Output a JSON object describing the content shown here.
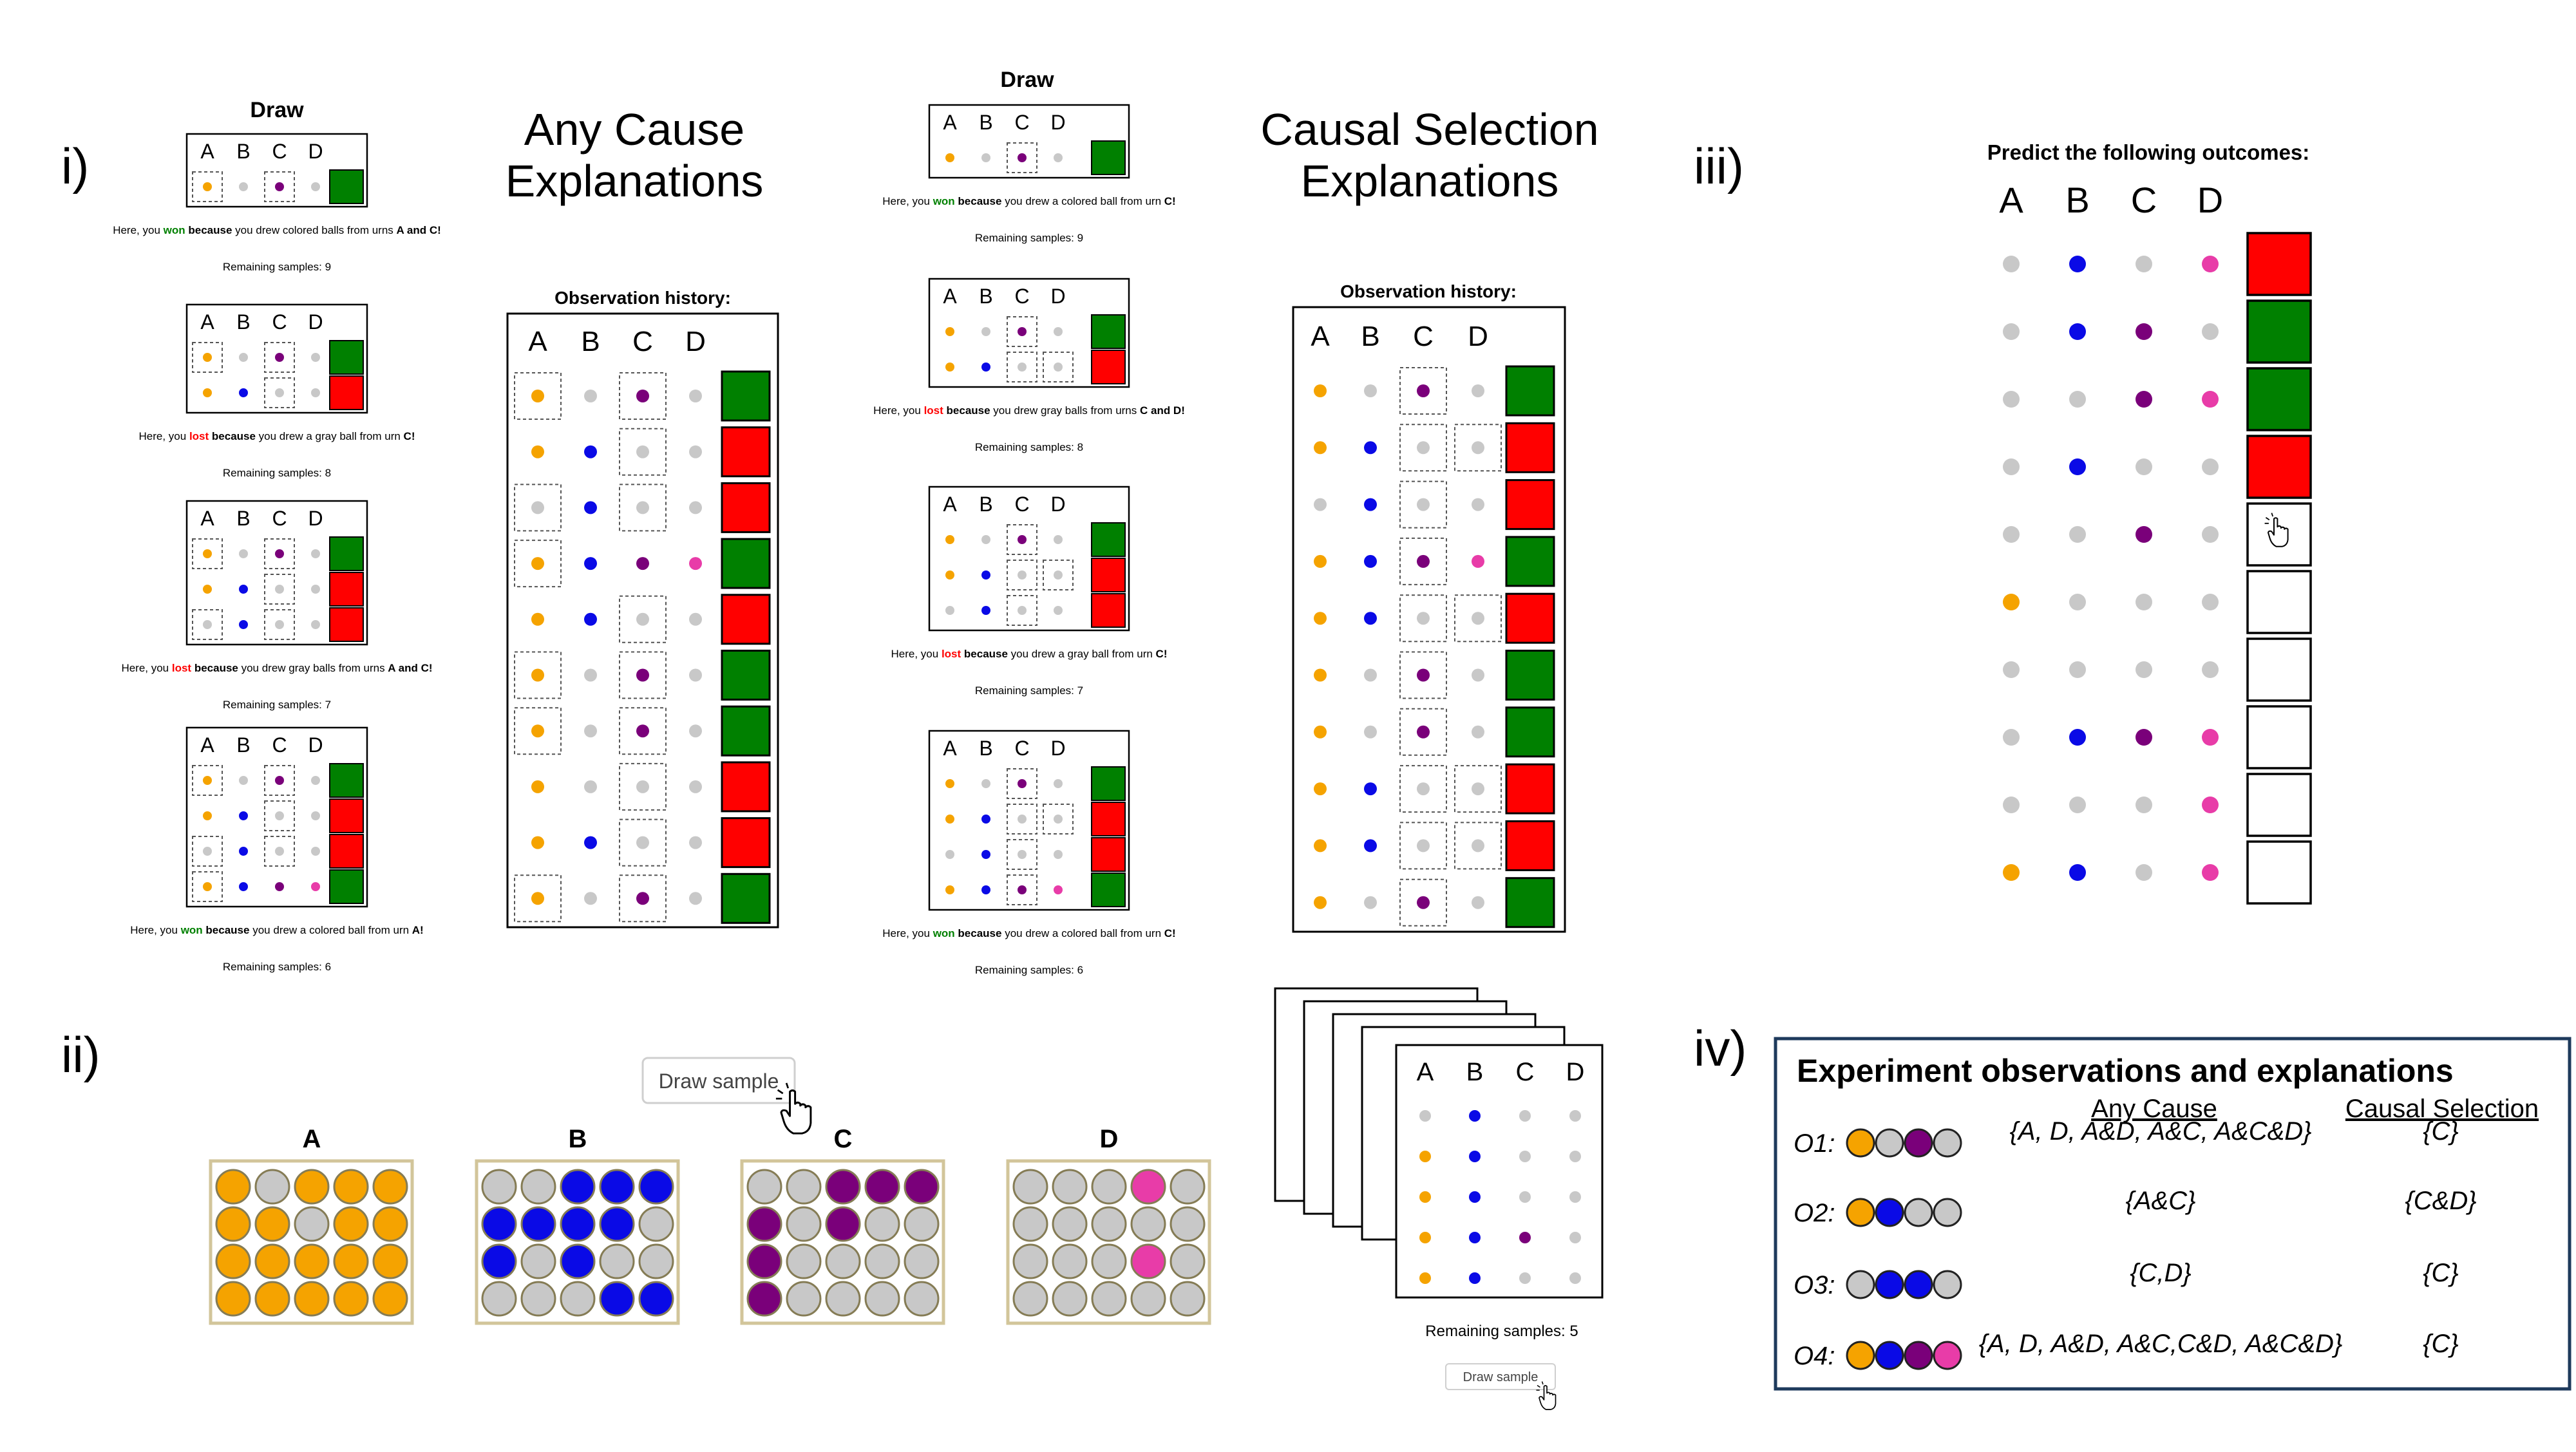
{
  "colors": {
    "orange": "#f5a300",
    "blue": "#0a0ae6",
    "purple": "#7a007a",
    "pink": "#e83ca8",
    "gray": "#c8c8c8",
    "green": "#008000",
    "red": "#ff0000",
    "urn_frame": "#d2c59a",
    "dash": "#555555"
  },
  "labels": {
    "section_i": "i)",
    "section_ii": "ii)",
    "section_iii": "iii)",
    "section_iv": "iv)",
    "any_cause_title_1": "Any Cause",
    "any_cause_title_2": "Explanations",
    "causal_selection_title_1": "Causal Selection",
    "causal_selection_title_2": "Explanations",
    "draw": "Draw",
    "observation_history": "Observation history:",
    "columns": [
      "A",
      "B",
      "C",
      "D"
    ],
    "predict": "Predict the following outcomes:",
    "draw_sample": "Draw sample",
    "remaining_samples_5": "Remaining samples: 5",
    "urn_names": [
      "A",
      "B",
      "C",
      "D"
    ]
  },
  "any_cause_draws": [
    {
      "rows": [
        {
          "balls": [
            "o",
            "g",
            "p",
            "g"
          ],
          "boxes": [
            0,
            2
          ],
          "outcome": "G"
        }
      ],
      "pre": "Here, you ",
      "verdict": "won",
      "because": " because",
      "post": " you drew colored balls from urns ",
      "urns": "A and C!",
      "remaining": "Remaining samples: 9"
    },
    {
      "rows": [
        {
          "balls": [
            "o",
            "g",
            "p",
            "g"
          ],
          "boxes": [
            0,
            2
          ],
          "outcome": "G"
        },
        {
          "balls": [
            "o",
            "b",
            "g",
            "g"
          ],
          "boxes": [
            2
          ],
          "outcome": "R"
        }
      ],
      "pre": "Here, you ",
      "verdict": "lost",
      "because": " because",
      "post": " you drew a gray ball from urn ",
      "urns": "C!",
      "remaining": "Remaining samples: 8"
    },
    {
      "rows": [
        {
          "balls": [
            "o",
            "g",
            "p",
            "g"
          ],
          "boxes": [
            0,
            2
          ],
          "outcome": "G"
        },
        {
          "balls": [
            "o",
            "b",
            "g",
            "g"
          ],
          "boxes": [
            2
          ],
          "outcome": "R"
        },
        {
          "balls": [
            "g",
            "b",
            "g",
            "g"
          ],
          "boxes": [
            0,
            2
          ],
          "outcome": "R"
        }
      ],
      "pre": "Here, you ",
      "verdict": "lost",
      "because": " because",
      "post": " you drew gray balls from urns ",
      "urns": "A and C!",
      "remaining": "Remaining samples: 7"
    },
    {
      "rows": [
        {
          "balls": [
            "o",
            "g",
            "p",
            "g"
          ],
          "boxes": [
            0,
            2
          ],
          "outcome": "G"
        },
        {
          "balls": [
            "o",
            "b",
            "g",
            "g"
          ],
          "boxes": [
            2
          ],
          "outcome": "R"
        },
        {
          "balls": [
            "g",
            "b",
            "g",
            "g"
          ],
          "boxes": [
            0,
            2
          ],
          "outcome": "R"
        },
        {
          "balls": [
            "o",
            "b",
            "p",
            "k"
          ],
          "boxes": [
            0
          ],
          "outcome": "G"
        }
      ],
      "pre": "Here, you ",
      "verdict": "won",
      "because": " because",
      "post": " you drew a colored ball from urn ",
      "urns": "A!",
      "remaining": "Remaining samples: 6"
    }
  ],
  "causal_draws": [
    {
      "rows": [
        {
          "balls": [
            "o",
            "g",
            "p",
            "g"
          ],
          "boxes": [
            2
          ],
          "outcome": "G"
        }
      ],
      "pre": "Here, you ",
      "verdict": "won",
      "because": " because",
      "post": " you drew a colored ball from urn ",
      "urns": "C!",
      "remaining": "Remaining samples: 9"
    },
    {
      "rows": [
        {
          "balls": [
            "o",
            "g",
            "p",
            "g"
          ],
          "boxes": [
            2
          ],
          "outcome": "G"
        },
        {
          "balls": [
            "o",
            "b",
            "g",
            "g"
          ],
          "boxes": [
            2,
            3
          ],
          "outcome": "R"
        }
      ],
      "pre": "Here, you ",
      "verdict": "lost",
      "because": " because",
      "post": " you drew gray balls from urns ",
      "urns": "C and D!",
      "remaining": "Remaining samples: 8"
    },
    {
      "rows": [
        {
          "balls": [
            "o",
            "g",
            "p",
            "g"
          ],
          "boxes": [
            2
          ],
          "outcome": "G"
        },
        {
          "balls": [
            "o",
            "b",
            "g",
            "g"
          ],
          "boxes": [
            2,
            3
          ],
          "outcome": "R"
        },
        {
          "balls": [
            "g",
            "b",
            "g",
            "g"
          ],
          "boxes": [
            2
          ],
          "outcome": "R"
        }
      ],
      "pre": "Here, you ",
      "verdict": "lost",
      "because": " because",
      "post": " you drew a gray ball from urn ",
      "urns": "C!",
      "remaining": "Remaining samples: 7"
    },
    {
      "rows": [
        {
          "balls": [
            "o",
            "g",
            "p",
            "g"
          ],
          "boxes": [
            2
          ],
          "outcome": "G"
        },
        {
          "balls": [
            "o",
            "b",
            "g",
            "g"
          ],
          "boxes": [
            2,
            3
          ],
          "outcome": "R"
        },
        {
          "balls": [
            "g",
            "b",
            "g",
            "g"
          ],
          "boxes": [
            2
          ],
          "outcome": "R"
        },
        {
          "balls": [
            "o",
            "b",
            "p",
            "k"
          ],
          "boxes": [
            2
          ],
          "outcome": "G"
        }
      ],
      "pre": "Here, you ",
      "verdict": "won",
      "because": " because",
      "post": " you drew a colored ball from urn ",
      "urns": "C!",
      "remaining": "Remaining samples: 6"
    }
  ],
  "any_cause_history": [
    {
      "balls": [
        "o",
        "g",
        "p",
        "g"
      ],
      "boxes": [
        0,
        2
      ],
      "outcome": "G"
    },
    {
      "balls": [
        "o",
        "b",
        "g",
        "g"
      ],
      "boxes": [
        2
      ],
      "outcome": "R"
    },
    {
      "balls": [
        "g",
        "b",
        "g",
        "g"
      ],
      "boxes": [
        0,
        2
      ],
      "outcome": "R"
    },
    {
      "balls": [
        "o",
        "b",
        "p",
        "k"
      ],
      "boxes": [
        0
      ],
      "outcome": "G"
    },
    {
      "balls": [
        "o",
        "b",
        "g",
        "g"
      ],
      "boxes": [
        2
      ],
      "outcome": "R"
    },
    {
      "balls": [
        "o",
        "g",
        "p",
        "g"
      ],
      "boxes": [
        0,
        2
      ],
      "outcome": "G"
    },
    {
      "balls": [
        "o",
        "g",
        "p",
        "g"
      ],
      "boxes": [
        0,
        2
      ],
      "outcome": "G"
    },
    {
      "balls": [
        "o",
        "g",
        "g",
        "g"
      ],
      "boxes": [
        2
      ],
      "outcome": "R"
    },
    {
      "balls": [
        "o",
        "b",
        "g",
        "g"
      ],
      "boxes": [
        2
      ],
      "outcome": "R"
    },
    {
      "balls": [
        "o",
        "g",
        "p",
        "g"
      ],
      "boxes": [
        0,
        2
      ],
      "outcome": "G"
    }
  ],
  "causal_history": [
    {
      "balls": [
        "o",
        "g",
        "p",
        "g"
      ],
      "boxes": [
        2
      ],
      "outcome": "G"
    },
    {
      "balls": [
        "o",
        "b",
        "g",
        "g"
      ],
      "boxes": [
        2,
        3
      ],
      "outcome": "R"
    },
    {
      "balls": [
        "g",
        "b",
        "g",
        "g"
      ],
      "boxes": [
        2
      ],
      "outcome": "R"
    },
    {
      "balls": [
        "o",
        "b",
        "p",
        "k"
      ],
      "boxes": [
        2
      ],
      "outcome": "G"
    },
    {
      "balls": [
        "o",
        "b",
        "g",
        "g"
      ],
      "boxes": [
        2,
        3
      ],
      "outcome": "R"
    },
    {
      "balls": [
        "o",
        "g",
        "p",
        "g"
      ],
      "boxes": [
        2
      ],
      "outcome": "G"
    },
    {
      "balls": [
        "o",
        "g",
        "p",
        "g"
      ],
      "boxes": [
        2
      ],
      "outcome": "G"
    },
    {
      "balls": [
        "o",
        "b",
        "g",
        "g"
      ],
      "boxes": [
        2,
        3
      ],
      "outcome": "R"
    },
    {
      "balls": [
        "o",
        "b",
        "g",
        "g"
      ],
      "boxes": [
        2,
        3
      ],
      "outcome": "R"
    },
    {
      "balls": [
        "o",
        "g",
        "p",
        "g"
      ],
      "boxes": [
        2
      ],
      "outcome": "G"
    }
  ],
  "urns": [
    [
      "o",
      "g",
      "o",
      "o",
      "o",
      "o",
      "o",
      "g",
      "o",
      "o",
      "o",
      "o",
      "o",
      "o",
      "o",
      "o",
      "o",
      "o",
      "o",
      "o"
    ],
    [
      "g",
      "g",
      "b",
      "b",
      "b",
      "b",
      "b",
      "b",
      "b",
      "g",
      "b",
      "g",
      "b",
      "g",
      "g",
      "g",
      "g",
      "g",
      "b",
      "b"
    ],
    [
      "g",
      "g",
      "p",
      "p",
      "p",
      "p",
      "g",
      "p",
      "g",
      "g",
      "p",
      "g",
      "g",
      "g",
      "g",
      "p",
      "g",
      "g",
      "g",
      "g"
    ],
    [
      "g",
      "g",
      "g",
      "k",
      "g",
      "g",
      "g",
      "g",
      "g",
      "g",
      "g",
      "g",
      "g",
      "k",
      "g",
      "g",
      "g",
      "g",
      "g",
      "g"
    ]
  ],
  "stack_rows": [
    [
      "g",
      "b",
      "g",
      "g"
    ],
    [
      "o",
      "b",
      "g",
      "g"
    ],
    [
      "o",
      "b",
      "g",
      "g"
    ],
    [
      "o",
      "b",
      "p",
      "g"
    ],
    [
      "o",
      "b",
      "g",
      "g"
    ]
  ],
  "predict_rows": [
    {
      "balls": [
        "g",
        "b",
        "g",
        "k"
      ],
      "outcome": "R"
    },
    {
      "balls": [
        "g",
        "b",
        "p",
        "g"
      ],
      "outcome": "G"
    },
    {
      "balls": [
        "g",
        "g",
        "p",
        "k"
      ],
      "outcome": "G"
    },
    {
      "balls": [
        "g",
        "b",
        "g",
        "g"
      ],
      "outcome": "R"
    },
    {
      "balls": [
        "g",
        "g",
        "p",
        "g"
      ],
      "outcome": "cursor"
    },
    {
      "balls": [
        "o",
        "g",
        "g",
        "g"
      ],
      "outcome": "E"
    },
    {
      "balls": [
        "g",
        "g",
        "g",
        "g"
      ],
      "outcome": "E"
    },
    {
      "balls": [
        "g",
        "b",
        "p",
        "k"
      ],
      "outcome": "E"
    },
    {
      "balls": [
        "g",
        "g",
        "g",
        "k"
      ],
      "outcome": "E"
    },
    {
      "balls": [
        "o",
        "b",
        "g",
        "k"
      ],
      "outcome": "E"
    }
  ],
  "table": {
    "title": "Experiment observations and explanations",
    "col_any": "Any Cause",
    "col_causal": "Causal Selection",
    "rows": [
      {
        "label": "O1:",
        "balls": [
          "o",
          "g",
          "p",
          "g"
        ],
        "any": "{A, D, A&D, A&C, A&C&D}",
        "causal": "{C}"
      },
      {
        "label": "O2:",
        "balls": [
          "o",
          "b",
          "g",
          "g"
        ],
        "any": "{A&C}",
        "causal": "{C&D}"
      },
      {
        "label": "O3:",
        "balls": [
          "g",
          "b",
          "b",
          "g"
        ],
        "any": "{C,D}",
        "causal": "{C}"
      },
      {
        "label": "O4:",
        "balls": [
          "o",
          "b",
          "p",
          "k"
        ],
        "any": "{A, D, A&D, A&C,C&D, A&C&D}",
        "causal": "{C}"
      }
    ]
  }
}
